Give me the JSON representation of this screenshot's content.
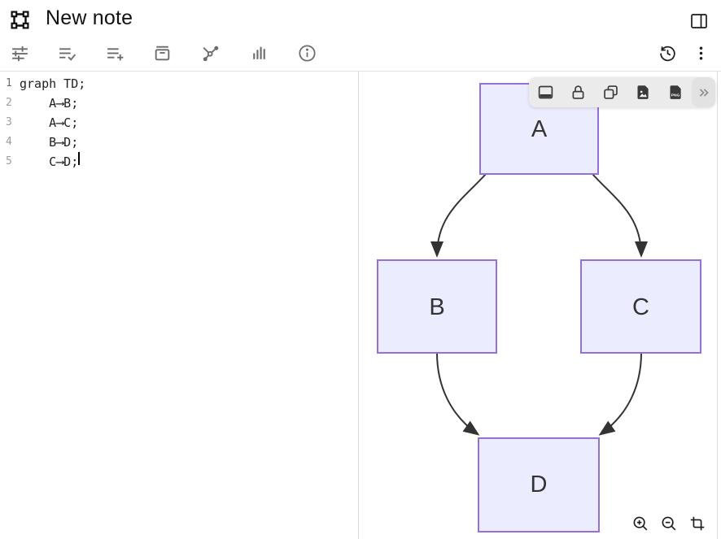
{
  "header": {
    "title": "New note",
    "logo_icon": "transform-logo-icon",
    "panel_toggle_icon": "panel-right-icon"
  },
  "toolbar": {
    "left_icons": [
      "sliders-icon",
      "list-check-icon",
      "list-add-icon",
      "archive-icon",
      "flowchart-icon",
      "bar-chart-icon",
      "info-icon"
    ],
    "right_icons": [
      "history-icon",
      "kebab-menu-icon"
    ]
  },
  "editor": {
    "lines": [
      {
        "number": "1",
        "text": "graph TD;"
      },
      {
        "number": "2",
        "text": "    A⟶B;"
      },
      {
        "number": "3",
        "text": "    A⟶C;"
      },
      {
        "number": "4",
        "text": "    B⟶D;"
      },
      {
        "number": "5",
        "text": "    C⟶D;"
      }
    ],
    "cursor_line": "5"
  },
  "preview": {
    "floating_toolbar": {
      "icons": [
        "panel-bottom-icon",
        "lock-icon",
        "copy-icon",
        "image-file-icon",
        "png-file-icon",
        "chevrons-right-icon"
      ],
      "png_label": "PNG"
    },
    "zoom_controls": [
      "zoom-in-icon",
      "zoom-out-icon",
      "crop-icon"
    ],
    "colors": {
      "node_fill": "#ECECFF",
      "node_border": "#9370DB",
      "edge": "#333333",
      "label": "#333333"
    }
  },
  "diagram": {
    "type": "flowchart-TD",
    "nodes": [
      {
        "id": "A",
        "label": "A"
      },
      {
        "id": "B",
        "label": "B"
      },
      {
        "id": "C",
        "label": "C"
      },
      {
        "id": "D",
        "label": "D"
      }
    ],
    "edges": [
      {
        "from": "A",
        "to": "B"
      },
      {
        "from": "A",
        "to": "C"
      },
      {
        "from": "B",
        "to": "D"
      },
      {
        "from": "C",
        "to": "D"
      }
    ]
  }
}
